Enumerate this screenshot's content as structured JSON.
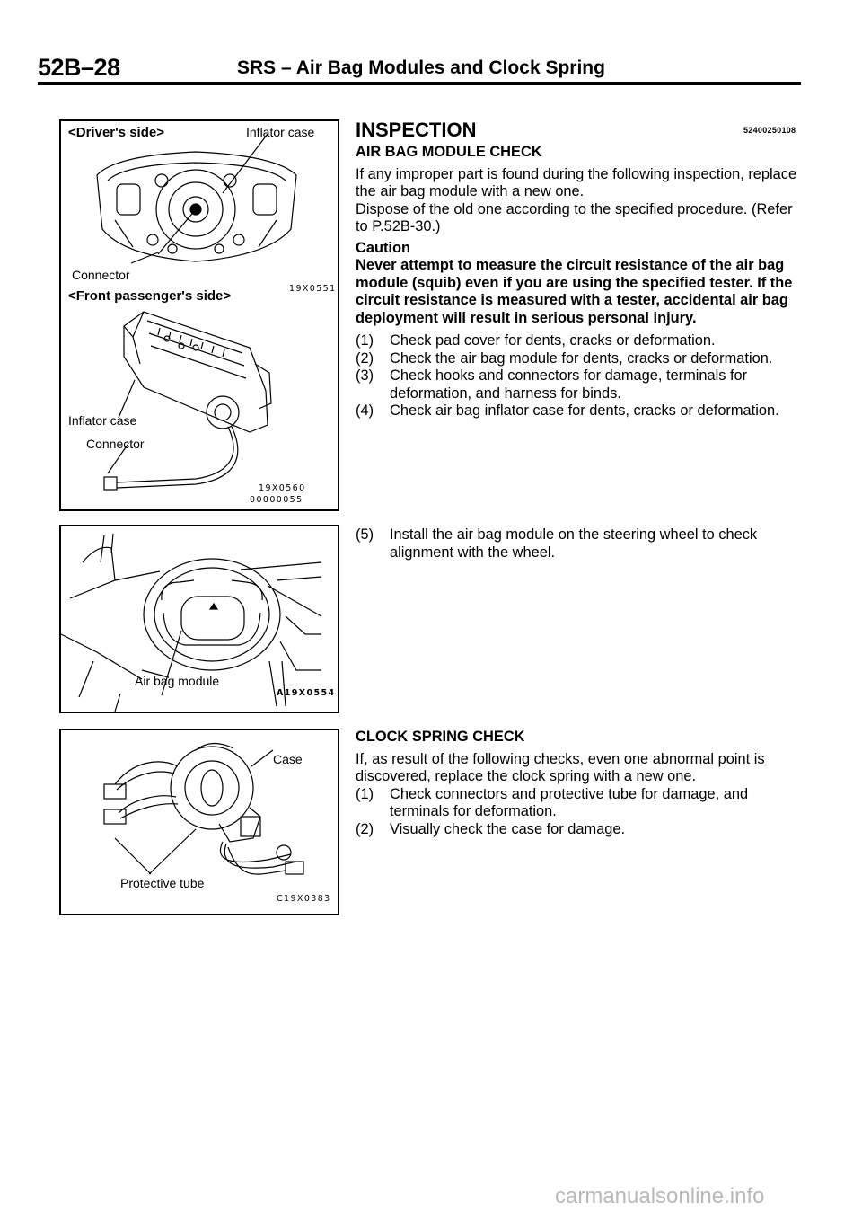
{
  "header": {
    "page_number": "52B–28",
    "title": "SRS – Air Bag Modules and Clock Spring"
  },
  "figure1": {
    "drivers_side": "<Driver's side>",
    "inflator_case_top": "Inflator case",
    "connector_top": "Connector",
    "code_top": "19X0551",
    "passenger_side": "<Front passenger's side>",
    "inflator_case": "Inflator case",
    "connector": "Connector",
    "code_a": "19X0560",
    "code_b": "00000055"
  },
  "figure2": {
    "air_bag_module": "Air bag module",
    "code": "A19X0554"
  },
  "figure3": {
    "case": "Case",
    "protective_tube": "Protective tube",
    "code": "C19X0383"
  },
  "inspection": {
    "title": "INSPECTION",
    "code": "52400250108",
    "airbag_check": {
      "heading": "AIR BAG MODULE CHECK",
      "intro_1": "If any improper part is found during the following inspection, replace the air bag module with a new one.",
      "intro_2": "Dispose of the old one according to the specified procedure. (Refer to P.52B-30.)",
      "caution_heading": "Caution",
      "caution_text": "Never attempt to measure the circuit resistance of the air bag module (squib) even if you are using the specified tester. If the circuit resistance is measured with a tester, accidental air bag deployment will result in serious personal injury.",
      "items": [
        {
          "num": "(1)",
          "text": "Check pad cover for dents, cracks or deformation."
        },
        {
          "num": "(2)",
          "text": "Check the air bag module for dents, cracks or deformation."
        },
        {
          "num": "(3)",
          "text": "Check hooks and connectors for damage, terminals for deformation, and harness for binds."
        },
        {
          "num": "(4)",
          "text": "Check air bag inflator case for dents, cracks or deformation."
        }
      ],
      "item5": {
        "num": "(5)",
        "text": "Install the air bag module on the steering wheel to check alignment with the wheel."
      }
    },
    "clock_check": {
      "heading": "CLOCK SPRING CHECK",
      "intro": "If, as result of the following checks, even one abnormal point is discovered, replace the clock spring with a new one.",
      "items": [
        {
          "num": "(1)",
          "text": "Check connectors and protective tube for damage, and terminals for deformation."
        },
        {
          "num": "(2)",
          "text": "Visually check the case for damage."
        }
      ]
    }
  },
  "watermark": "carmanualsonline.info"
}
